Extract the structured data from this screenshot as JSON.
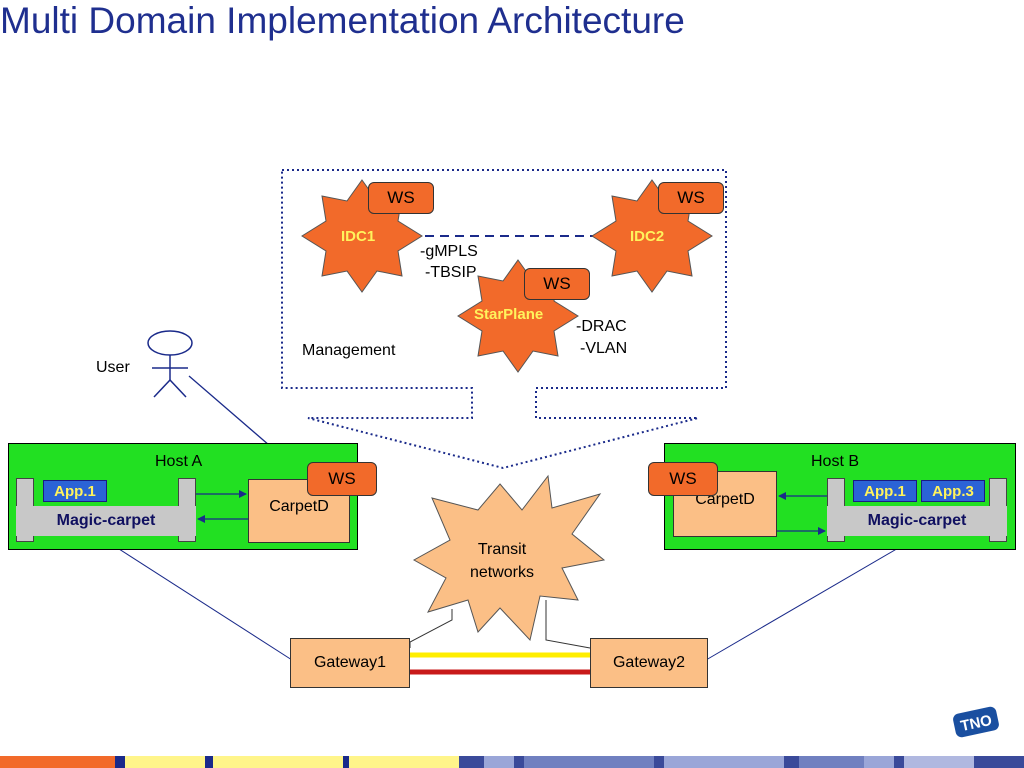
{
  "title": "Multi Domain Implementation Architecture",
  "management": {
    "label": "Management",
    "idc1": "IDC1",
    "idc2": "IDC2",
    "starplane": "StarPlane",
    "ws": "WS",
    "protocols_a": [
      "-gMPLS",
      "-TBSIP"
    ],
    "protocols_b": [
      "-DRAC",
      "-VLAN"
    ]
  },
  "user": "User",
  "host_a": {
    "label": "Host A",
    "ws": "WS",
    "carpetd": "CarpetD",
    "apps": [
      "App.1"
    ],
    "magic_carpet": "Magic-carpet"
  },
  "host_b": {
    "label": "Host B",
    "ws": "WS",
    "carpetd": "CarpetD",
    "apps": [
      "App.1",
      "App.3"
    ],
    "magic_carpet": "Magic-carpet"
  },
  "transit": [
    "Transit",
    "networks"
  ],
  "gateway1": "Gateway1",
  "gateway2": "Gateway2",
  "logo": "TNO",
  "colors": {
    "title": "#1f2f8f",
    "host_bg": "#22e022",
    "ws": "#f26a2a",
    "idc_star": "#f26a2a",
    "box_fill": "#fbbf86",
    "app_bg": "#2b63d6",
    "app_text": "#fff35c",
    "starplane_text": "#fff35c",
    "link_yellow": "#ffee00",
    "link_red": "#c81a1a",
    "line_blue": "#1a2a8a"
  }
}
